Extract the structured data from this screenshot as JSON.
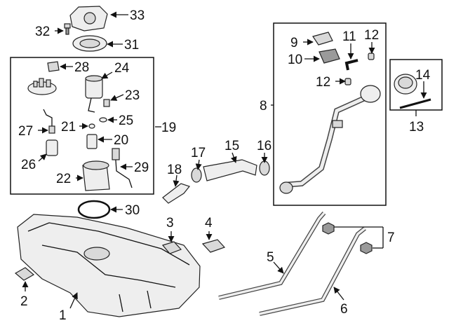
{
  "callouts": {
    "c1": "1",
    "c2": "2",
    "c3": "3",
    "c4": "4",
    "c5": "5",
    "c6": "6",
    "c7": "7",
    "c8": "8",
    "c9": "9",
    "c10": "10",
    "c11": "11",
    "c12a": "12",
    "c12b": "12",
    "c13": "13",
    "c14": "14",
    "c15": "15",
    "c16": "16",
    "c17": "17",
    "c18": "18",
    "c19": "19",
    "c20": "20",
    "c21": "21",
    "c22": "22",
    "c23": "23",
    "c24": "24",
    "c25": "25",
    "c26": "26",
    "c27": "27",
    "c28": "28",
    "c29": "29",
    "c30": "30",
    "c31": "31",
    "c32": "32",
    "c33": "33"
  },
  "colors": {
    "line": "#111111",
    "part_fill": "#d9d9d9",
    "part_light": "#eeeeee",
    "part_dark": "#9a9a9a"
  }
}
